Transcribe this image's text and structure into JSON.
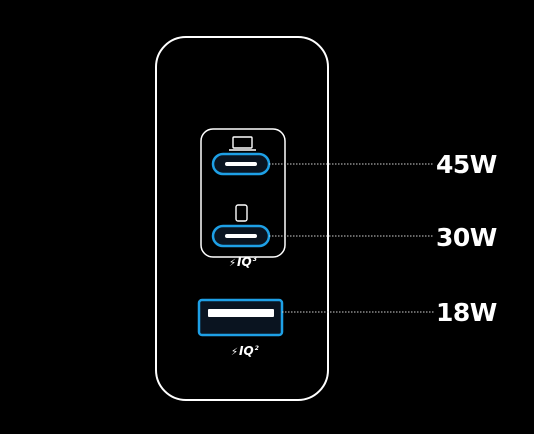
{
  "charger": {
    "ports": [
      {
        "type": "USB-C",
        "device": "laptop-icon",
        "power": "45W"
      },
      {
        "type": "USB-C",
        "device": "phone-icon",
        "power": "30W"
      },
      {
        "type": "USB-A",
        "device": "",
        "power": "18W"
      }
    ],
    "iq_top": {
      "text": "IQ",
      "superscript": "3"
    },
    "iq_bottom": {
      "text": "IQ",
      "superscript": "2"
    }
  },
  "colors": {
    "background": "#000000",
    "body_outline": "#ffffff",
    "port_accent": "#1ea0e6",
    "label": "#ffffff"
  }
}
